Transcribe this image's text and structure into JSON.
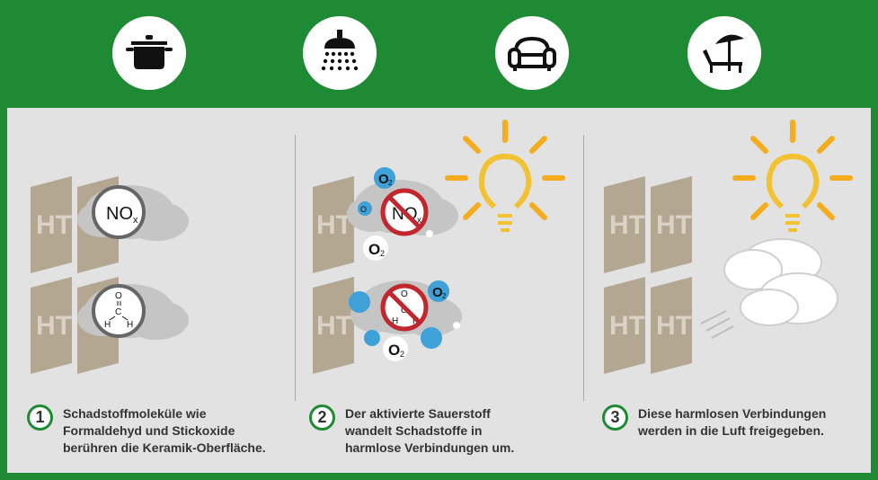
{
  "icons": [
    "cooking-pot-icon",
    "shower-icon",
    "armchair-icon",
    "sunbed-umbrella-icon"
  ],
  "colors": {
    "brand_green": "#1e8a34",
    "panel": "#e2e2e2",
    "tile": "#b3a792",
    "cloud": "#c5c5c5",
    "sun": "#f6ad1d",
    "light_yellow": "#f2c230",
    "no_sign": "#c1272d",
    "bubble_blue": "#3ea1d8"
  },
  "diagram": {
    "tile_label": "HT",
    "nox_label": "NO",
    "nox_sub": "x",
    "formaldehyde": {
      "o": "O",
      "c": "C",
      "h": "H"
    },
    "oxygen_label": "O",
    "oxygen_sub": "2"
  },
  "steps": [
    {
      "number": "1",
      "text": "Schadstoffmoleküle wie\nFormaldehyd und Stickoxide\nberühren die Keramik-Oberfläche."
    },
    {
      "number": "2",
      "text": "Der aktivierte Sauerstoff\nwandelt Schadstoffe in\nharmlose Verbindungen um."
    },
    {
      "number": "3",
      "text": "Diese harmlosen Verbindungen\nwerden in die Luft freigegeben."
    }
  ]
}
